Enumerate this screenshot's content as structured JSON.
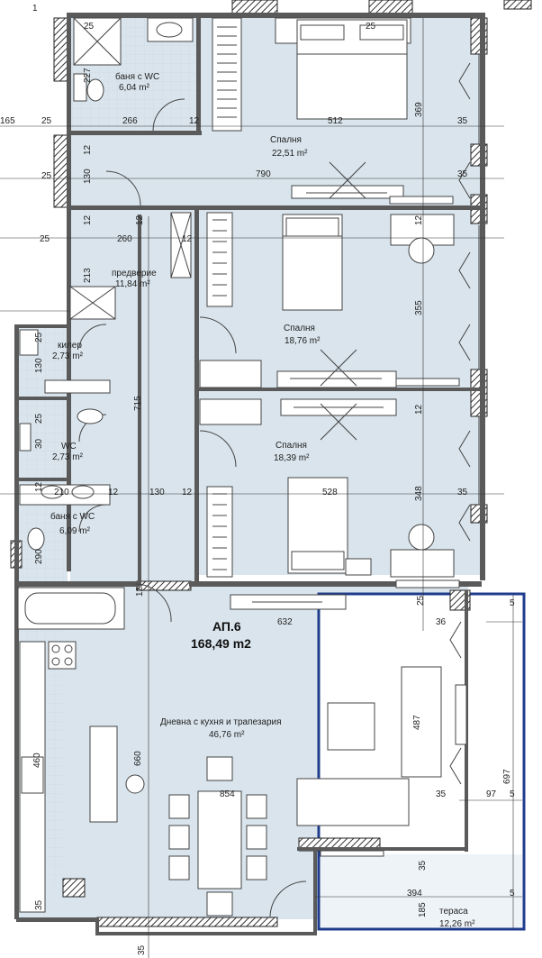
{
  "colors": {
    "floor": "#d9e4ec",
    "wall": "#5a5a5a",
    "hatch": "#3a3a3a",
    "terrace_outline": "#1f3c8c",
    "line": "#444444"
  },
  "apartment": {
    "name": "АП.6",
    "area": "168,49 m2"
  },
  "rooms": {
    "bath_top": {
      "name": "баня с WC",
      "area": "6,04 m²"
    },
    "bedroom1": {
      "name": "Спалня",
      "area": "22,51 m²"
    },
    "hall": {
      "name": "предверие",
      "area": "11,84 m²"
    },
    "bedroom2": {
      "name": "Спалня",
      "area": "18,76 m²"
    },
    "pantry": {
      "name": "килер",
      "area": "2,73 m²"
    },
    "wc": {
      "name": "WC",
      "area": "2,73 m²"
    },
    "bedroom3": {
      "name": "Спалня",
      "area": "18,39 m²"
    },
    "bath_bottom": {
      "name": "баня с WC",
      "area": "6,09 m²"
    },
    "living": {
      "name": "Дневна с кухня и трапезария",
      "area": "46,76 m²"
    },
    "terrace": {
      "name": "тераса",
      "area": "12,26 m²"
    }
  },
  "dimensions": {
    "d1": "1",
    "d25a": "25",
    "d227": "227",
    "d266": "266",
    "d12a": "12",
    "d512": "512",
    "d369": "369",
    "d35a": "35",
    "d165": "165",
    "d25b": "25",
    "d12b": "12",
    "d130a": "130",
    "d25c": "25",
    "d790": "790",
    "d35b": "35",
    "d12c": "12",
    "d12d": "12",
    "d12e": "12",
    "d25d": "25",
    "d260": "260",
    "d12f": "12",
    "d213": "213",
    "d355": "355",
    "d25e": "25",
    "d130b": "130",
    "d715": "715",
    "d12g": "12",
    "d25f": "25",
    "d30": "30",
    "d12h": "12",
    "d210": "210",
    "d12i": "12",
    "d130c": "130",
    "d12j": "12",
    "d528": "528",
    "d348": "348",
    "d35c": "35",
    "d290": "290",
    "d12k": "12",
    "d25g": "25",
    "d632": "632",
    "d36": "36",
    "d5a": "5",
    "d487": "487",
    "d697": "697",
    "d660": "660",
    "d854": "854",
    "d35d": "35",
    "d97": "97",
    "d5b": "5",
    "d460": "460",
    "d35e": "35",
    "d394": "394",
    "d5c": "5",
    "d185": "185",
    "d35f": "35",
    "d35g": "35",
    "d25h": "25"
  }
}
